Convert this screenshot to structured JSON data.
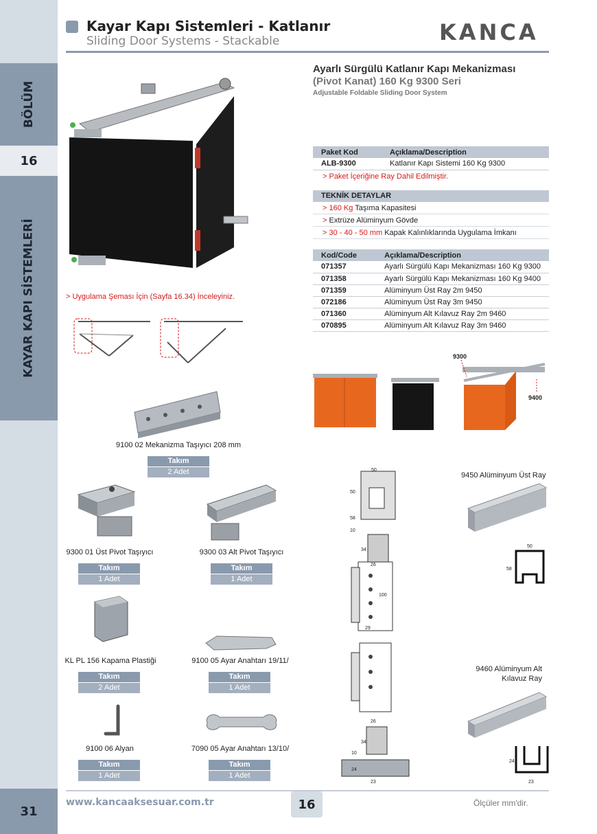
{
  "header": {
    "title": "Kayar Kapı Sistemleri - Katlanır",
    "subtitle": "Sliding Door Systems - Stackable",
    "logo": "KANCA"
  },
  "sidebar": {
    "section_label": "BÖLÜM",
    "section_number": "16",
    "chapter_label": "KAYAR KAPI SİSTEMLERİ",
    "page_number": "31"
  },
  "product": {
    "title_tr": "Ayarlı Sürgülü Katlanır Kapı Mekanizması",
    "title_series": "(Pivot Kanat) 160 Kg 9300 Seri",
    "title_en": "Adjustable Foldable Sliding Door System"
  },
  "package_table": {
    "headers": [
      "Paket Kod",
      "Açıklama/Description"
    ],
    "rows": [
      [
        "ALB-9300",
        "Katlanır Kapı Sistemi 160 Kg 9300"
      ]
    ],
    "warning": "> Paket İçeriğine Ray Dahil Edilmiştir."
  },
  "tech": {
    "heading": "TEKNİK DETAYLAR",
    "lines": [
      {
        "marker": ">",
        "highlight": "160 Kg",
        "text": " Taşıma Kapasitesi"
      },
      {
        "marker": ">",
        "highlight": "",
        "text": " Extrüze Alüminyum Gövde"
      },
      {
        "marker": ">",
        "highlight": "30 - 40 - 50 mm",
        "text": " Kapak Kalınlıklarında Uygulama İmkanı"
      }
    ]
  },
  "code_table": {
    "headers": [
      "Kod/Code",
      "Açıklama/Description"
    ],
    "rows": [
      [
        "071357",
        "Ayarlı Sürgülü Kapı Mekanizması 160 Kg 9300"
      ],
      [
        "071358",
        "Ayarlı Sürgülü Kapı Mekanizması 160 Kg 9400"
      ],
      [
        "071359",
        "Alüminyum Üst Ray 2m  9450"
      ],
      [
        "072186",
        "Alüminyum Üst Ray 3m 9450"
      ],
      [
        "071360",
        "Alüminyum Alt Kılavuz Ray 2m 9460"
      ],
      [
        "070895",
        "Alüminyum Alt Kılavuz Ray 3m 9460"
      ]
    ]
  },
  "note": "> Uygulama Şeması İçin (Sayfa 16.34) İnceleyiniz.",
  "door_labels": {
    "top": "9300",
    "bottom": "9400"
  },
  "parts": [
    {
      "caption": "9100 02 Mekanizma Taşıyıcı 208 mm",
      "takim": "Takım",
      "qty": "2 Adet"
    },
    {
      "caption": "9300 01 Üst Pivot Taşıyıcı",
      "takim": "Takım",
      "qty": "1 Adet"
    },
    {
      "caption": "9300 03 Alt Pivot Taşıyıcı",
      "takim": "Takım",
      "qty": "1 Adet"
    },
    {
      "caption": "KL PL 156 Kapama Plastiği",
      "takim": "Takım",
      "qty": "2 Adet"
    },
    {
      "caption": "9100 05 Ayar Anahtarı 19/11/",
      "takim": "Takım",
      "qty": "1 Adet"
    },
    {
      "caption": "9100 06 Alyan",
      "takim": "Takım",
      "qty": "1 Adet"
    },
    {
      "caption": "7090 05 Ayar Anahtarı 13/10/",
      "takim": "Takım",
      "qty": "1 Adet"
    }
  ],
  "rails": {
    "upper": "9450 Alüminyum Üst Ray",
    "lower_line1": "9460 Alüminyum Alt",
    "lower_line2": "Kılavuz Ray"
  },
  "dims": {
    "d50": "50",
    "d58": "58",
    "d10": "10",
    "d34": "34",
    "d26": "26",
    "d100": "100",
    "d29": "29",
    "d24": "24",
    "d23": "23"
  },
  "footer": {
    "url": "www.kancaaksesuar.com.tr",
    "section": "16",
    "note": "Ölçüler mm'dir."
  }
}
